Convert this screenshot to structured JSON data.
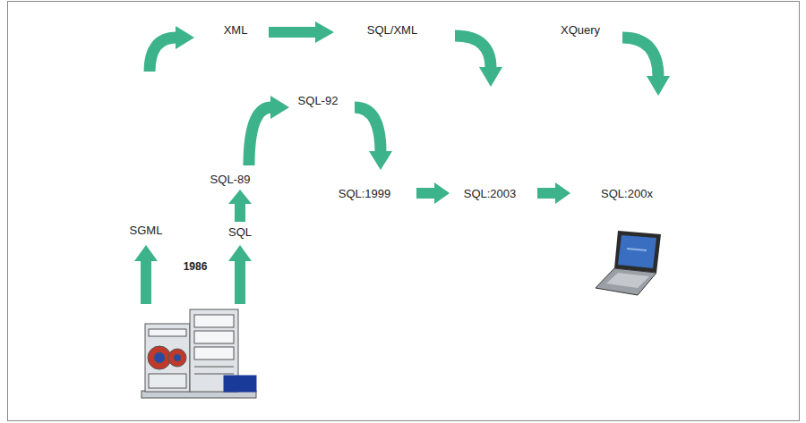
{
  "diagram": {
    "labels": [
      "XML",
      "SQL/XML",
      "XQuery",
      "SQL-92",
      "SQL-89",
      "SQL:1999",
      "SQL:2003",
      "SQL:200x",
      "SGML",
      "1986",
      "SQL"
    ]
  }
}
